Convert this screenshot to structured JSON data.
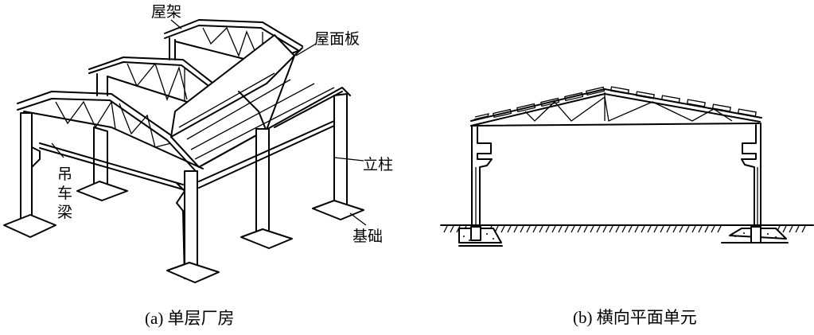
{
  "figure_a": {
    "caption": "(a) 单层厂房",
    "labels": {
      "roof_truss": "屋架",
      "roof_panel": "屋面板",
      "column": "立柱",
      "foundation": "基础",
      "crane_beam": [
        "吊",
        "车",
        "梁"
      ]
    }
  },
  "figure_b": {
    "caption": "(b) 横向平面单元"
  }
}
